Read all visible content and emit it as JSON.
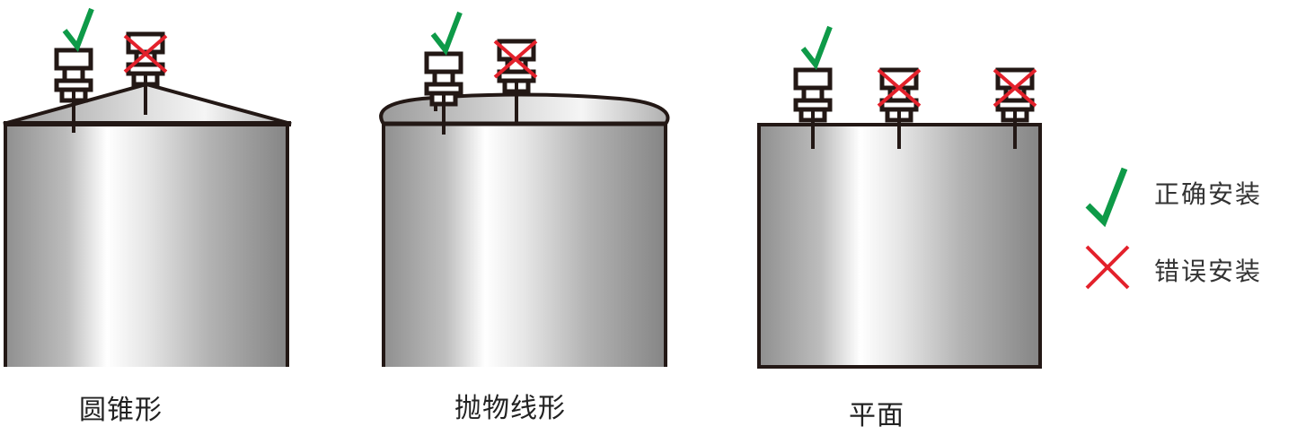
{
  "tanks": [
    {
      "id": "cone",
      "label": "圆锥形",
      "roof": "cone",
      "sensors": [
        {
          "status": "correct"
        },
        {
          "status": "wrong"
        }
      ]
    },
    {
      "id": "parabolic",
      "label": "抛物线形",
      "roof": "dome",
      "sensors": [
        {
          "status": "correct"
        },
        {
          "status": "wrong"
        }
      ]
    },
    {
      "id": "flat",
      "label": "平面",
      "roof": "flat",
      "sensors": [
        {
          "status": "correct"
        },
        {
          "status": "wrong"
        },
        {
          "status": "wrong"
        }
      ]
    }
  ],
  "legend": {
    "correct_label": "正确安装",
    "wrong_label": "错误安装"
  },
  "colors": {
    "check": "#0e9a48",
    "cross": "#e3212b",
    "outline": "#231815",
    "metal_dark": "#8c8c8c",
    "metal_light": "#ffffff"
  }
}
